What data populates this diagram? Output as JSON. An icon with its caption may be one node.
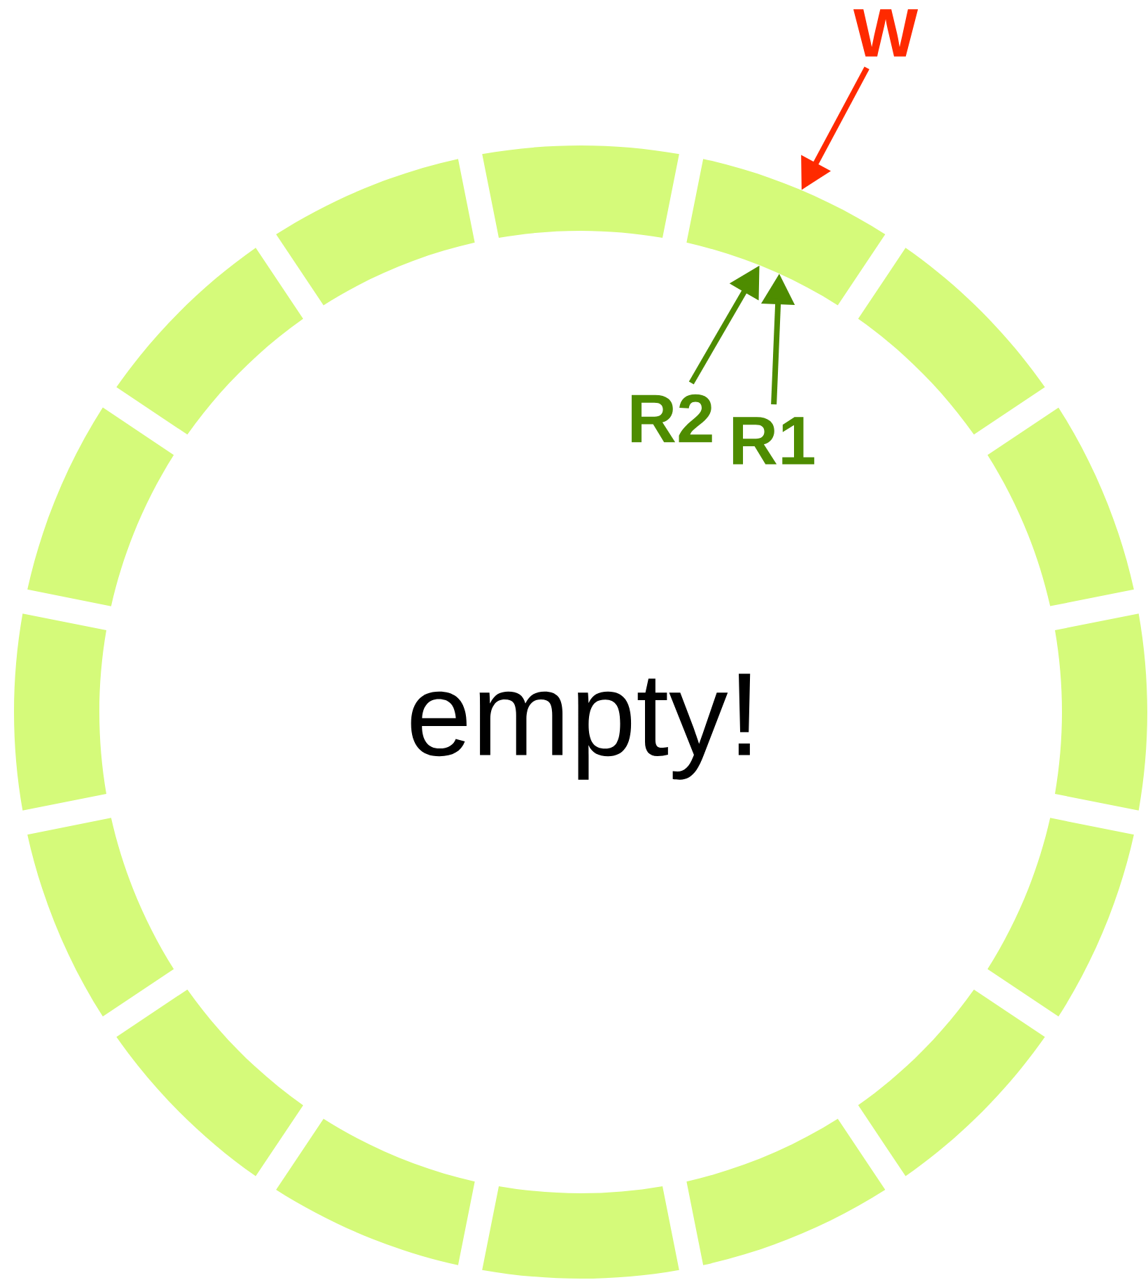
{
  "diagram": {
    "nodes": [
      {
        "text": [
          "W"
        ]
      },
      {
        "text": [
          "R2"
        ]
      },
      {
        "text": [
          "R1"
        ]
      },
      {
        "text": [],
        "shape": "box"
      },
      {
        "text": [],
        "shape": "box"
      },
      {
        "text": [],
        "shape": "box"
      },
      {
        "text": [],
        "shape": "box"
      },
      {
        "text": [],
        "shape": "box"
      },
      {
        "text": [],
        "shape": "box"
      },
      {
        "text": [],
        "shape": "box"
      },
      {
        "text": [],
        "shape": "box"
      },
      {
        "text": [],
        "shape": "box"
      },
      {
        "text": [],
        "shape": "box"
      },
      {
        "text": [],
        "shape": "box"
      },
      {
        "text": [],
        "shape": "box"
      },
      {
        "text": [],
        "shape": "box"
      },
      {
        "text": [],
        "shape": "box"
      },
      {
        "text": [],
        "shape": "box"
      },
      {
        "text": [],
        "shape": "box"
      }
    ],
    "edges": [
      {
        "from": 0,
        "to": 4,
        "arrow": "to",
        "color": "#ff2a00"
      },
      {
        "from": 1,
        "to": 4,
        "arrow": "to"
      },
      {
        "from": 2,
        "to": 4,
        "arrow": "to"
      }
    ],
    "labels": [
      "empty!"
    ]
  }
}
